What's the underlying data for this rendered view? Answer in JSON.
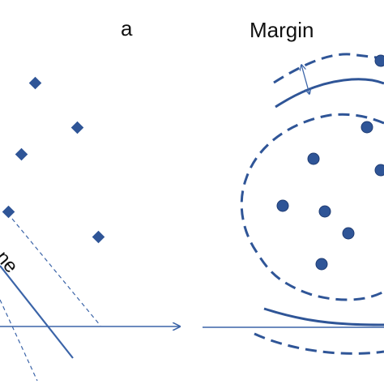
{
  "panel_left": {
    "label": "a",
    "clipped_text": "ne"
  },
  "panel_right": {
    "label": "Margin"
  },
  "colors": {
    "marker": "#2f5597",
    "line": "#3b64a8",
    "text": "#111111"
  }
}
